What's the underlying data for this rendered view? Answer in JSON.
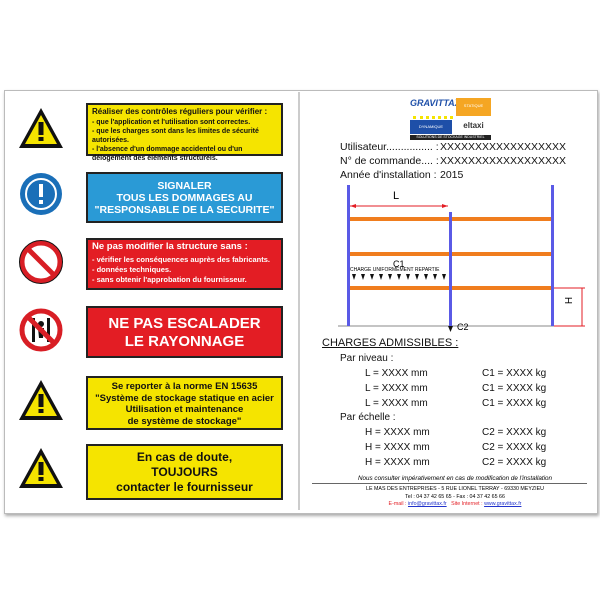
{
  "signs": [
    {
      "title": "Réaliser des contrôles réguliers pour vérifier :",
      "lines": [
        "- que l'application et l'utilisation sont correctes.",
        "- que les charges sont dans les limites de sécurité autorisées.",
        "- l'absence d'un dommage accidentel ou d'un délogement des éléments structurels."
      ],
      "icon": "warning-triangle-icon",
      "color": "#f5e400"
    },
    {
      "lines": [
        "SIGNALER",
        "TOUS LES DOMMAGES AU",
        "\"RESPONSABLE DE LA SECURITE\""
      ],
      "icon": "information-exclamation-icon",
      "color": "#2a9ad6"
    },
    {
      "title": "Ne pas modifier la structure sans :",
      "lines": [
        "- vérifier les conséquences auprès des fabricants.",
        "- données techniques.",
        "- sans obtenir l'approbation du fournisseur."
      ],
      "icon": "prohibited-icon",
      "color": "#e31d24"
    },
    {
      "lines": [
        "NE PAS ESCALADER",
        "LE RAYONNAGE"
      ],
      "icon": "no-climbing-icon",
      "color": "#e31d24"
    },
    {
      "lines": [
        "Se reporter à la norme EN 15635",
        "\"Système de stockage statique en acier",
        "Utilisation et maintenance",
        "de système de stockage\""
      ],
      "icon": "warning-triangle-icon",
      "color": "#f5e400"
    },
    {
      "lines": [
        "En cas de doute,",
        "TOUJOURS",
        "contacter le fournisseur"
      ],
      "icon": "warning-triangle-icon",
      "color": "#f5e400"
    }
  ],
  "logo": {
    "brand": "GRAVITTAX",
    "statique": "STATIQUE",
    "dynamique": "DYNAMIQUE",
    "sub": "eltaxi",
    "tagline": "SOLUTIONS DE STOCKAGE INDUSTRIEL"
  },
  "info": [
    {
      "label": "Utilisateur................ :",
      "value": "XXXXXXXXXXXXXXXXXX"
    },
    {
      "label": "N° de commande.... :",
      "value": "XXXXXXXXXXXXXXXXXX"
    },
    {
      "label": "Année d'installation :",
      "value": "2015"
    }
  ],
  "diagram": {
    "L": "L",
    "C1": "C1",
    "charge": "CHARGE UNIFORMEMENT REPARTIE",
    "H": "H",
    "C2": "C2"
  },
  "charges": {
    "title": "CHARGES ADMISSIBLES :",
    "niveau": "Par niveau :",
    "niveau_rows": [
      [
        "L = XXXX mm",
        "C1 = XXXX kg"
      ],
      [
        "L = XXXX mm",
        "C1 = XXXX kg"
      ],
      [
        "L = XXXX mm",
        "C1 = XXXX kg"
      ]
    ],
    "echelle": "Par échelle :",
    "echelle_rows": [
      [
        "H = XXXX mm",
        "C2 = XXXX kg"
      ],
      [
        "H = XXXX mm",
        "C2 = XXXX kg"
      ],
      [
        "H = XXXX mm",
        "C2 = XXXX kg"
      ]
    ]
  },
  "note": "Nous consulter impérativement en cas de modification de l'installation",
  "footer": {
    "address": "LE MAS DES ENTREPRISES - 5 RUE LIONEL TERRAY - 69330 MEYZIEU",
    "phone": "Tel : 04 37 42 65 65 - Fax : 04 37 42 65 66",
    "email_label": "E-mail :",
    "email": "info@gravittax.fr",
    "site_label": "Site Internet :",
    "site": "www.gravittax.fr"
  }
}
